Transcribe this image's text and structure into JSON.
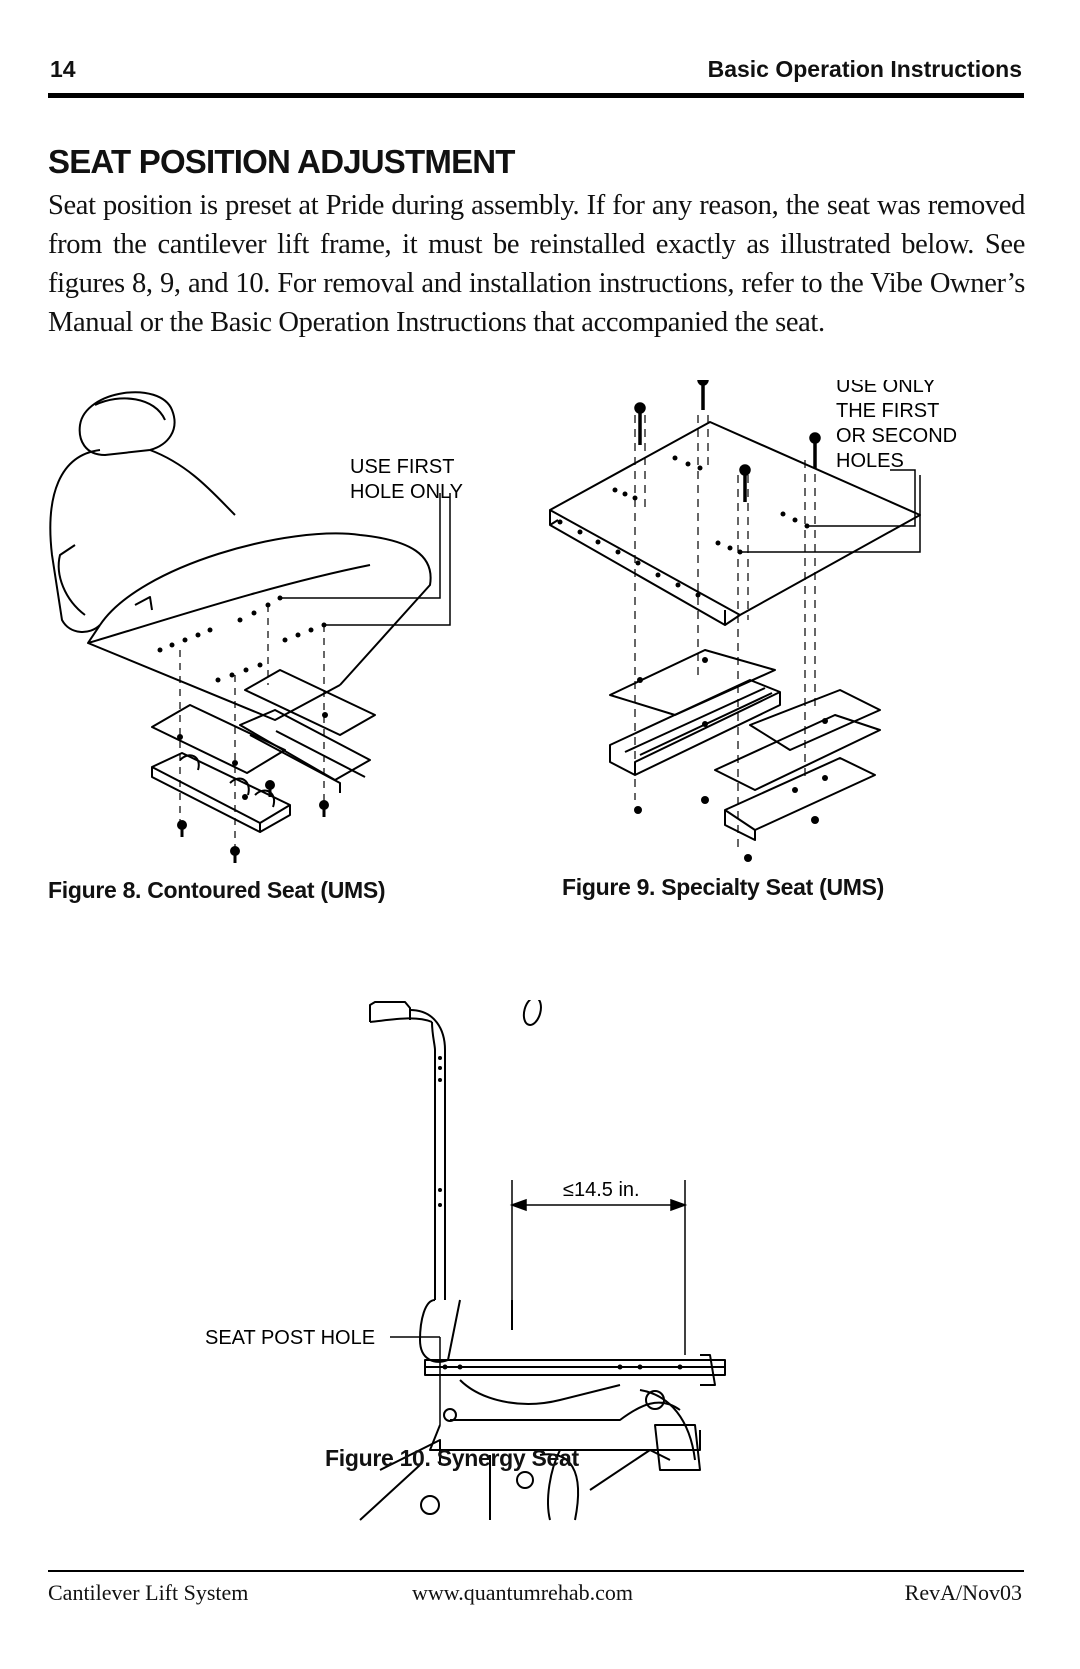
{
  "header": {
    "page_number": "14",
    "title": "Basic Operation Instructions"
  },
  "section": {
    "title": "SEAT POSITION ADJUSTMENT",
    "body": "Seat position is preset at Pride during assembly. If for any reason, the seat was removed from the cantilever lift frame, it must be reinstalled exactly as illustrated below. See figures 8, 9, and 10. For removal and installation instructions, refer to the Vibe Owner’s Manual or the Basic Operation Instructions that accompanied the seat."
  },
  "figures": {
    "fig8": {
      "callout_line1": "USE FIRST",
      "callout_line2": "HOLE ONLY",
      "caption": "Figure 8. Contoured Seat (UMS)"
    },
    "fig9": {
      "callout_line1": "USE ONLY",
      "callout_line2": "THE FIRST",
      "callout_line3": "OR SECOND",
      "callout_line4": "HOLES",
      "caption": "Figure 9. Specialty Seat (UMS)"
    },
    "fig10": {
      "dimension": "≤14.5 in.",
      "callout": "SEAT POST HOLE",
      "caption": "Figure 10. Synergy Seat"
    }
  },
  "footer": {
    "left": "Cantilever Lift System",
    "center": "www.quantumrehab.com",
    "right": "RevA/Nov03"
  }
}
